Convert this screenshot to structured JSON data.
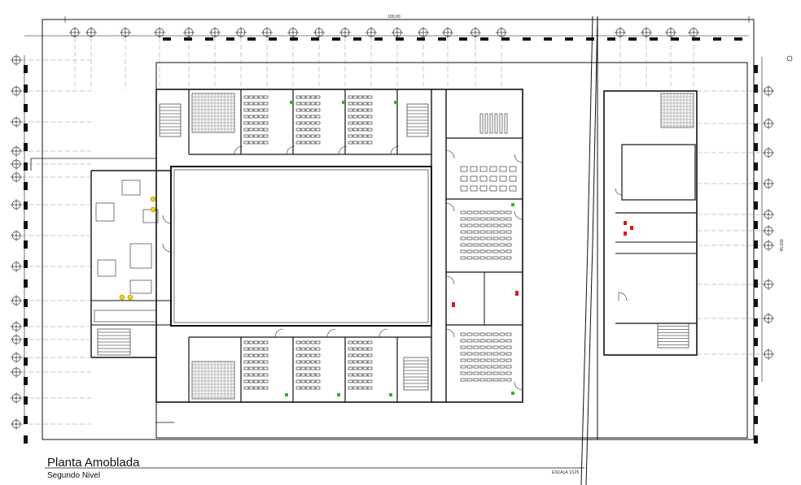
{
  "drawing": {
    "title": "Planta Amoblada",
    "subtitle": "Segundo Nivel",
    "scale_note": "ESCALA 1/125",
    "top_dimension": "100.00",
    "right_dimension": "45.000"
  },
  "colors": {
    "line": "#111111",
    "light_line": "#555555",
    "accent_yellow": "#f2d200",
    "accent_green": "#2fb52f",
    "accent_red": "#d81818"
  }
}
